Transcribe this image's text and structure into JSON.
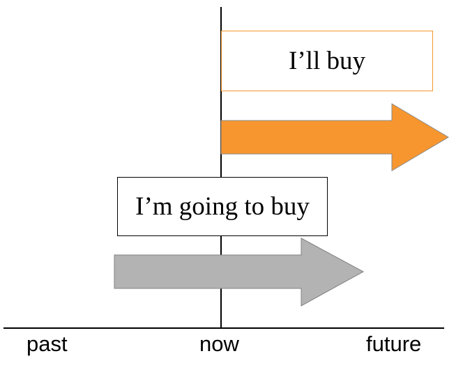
{
  "boxes": {
    "will_buy": "I’ll buy",
    "going_to_buy": "I’m going to buy"
  },
  "timeline": {
    "past": "past",
    "now": "now",
    "future": "future"
  },
  "colors": {
    "will_buy_arrow": "#f7962e",
    "will_buy_border": "#f7962e",
    "going_to_arrow": "#b3b3b3",
    "going_to_arrow_stroke": "#808080",
    "lines": "#000000"
  }
}
